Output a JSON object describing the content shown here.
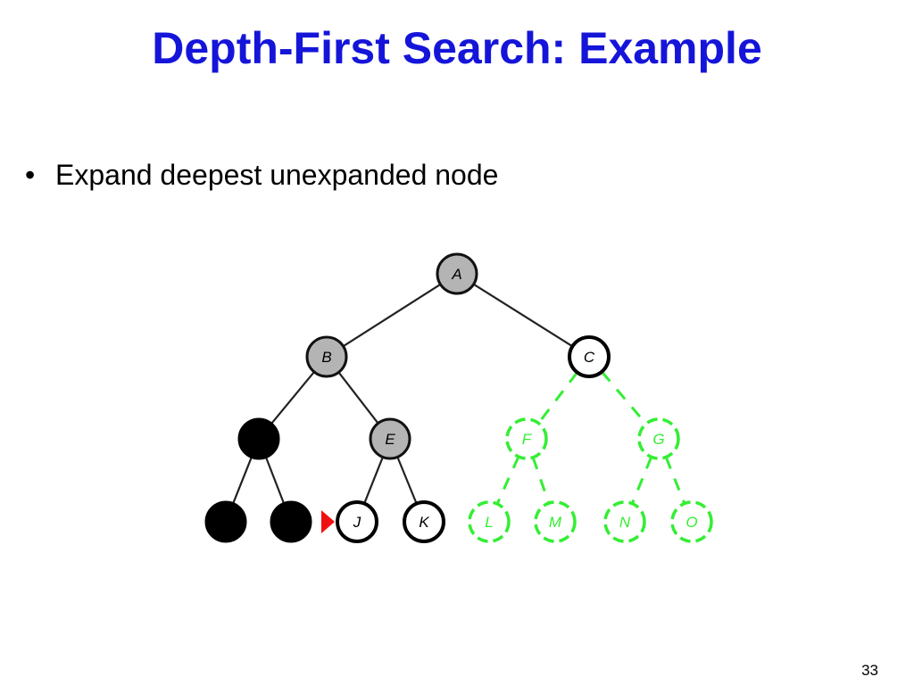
{
  "slide": {
    "title": "Depth-First Search: Example",
    "bullets": [
      "Expand deepest unexpanded node"
    ],
    "page_number": "33"
  },
  "tree": {
    "nodes": {
      "A": {
        "label": "A",
        "state": "expanded"
      },
      "B": {
        "label": "B",
        "state": "expanded"
      },
      "C": {
        "label": "C",
        "state": "frontier"
      },
      "D": {
        "label": "",
        "state": "removed"
      },
      "E": {
        "label": "E",
        "state": "expanded"
      },
      "F": {
        "label": "F",
        "state": "unexplored"
      },
      "G": {
        "label": "G",
        "state": "unexplored"
      },
      "H": {
        "label": "",
        "state": "removed"
      },
      "I": {
        "label": "",
        "state": "removed"
      },
      "J": {
        "label": "J",
        "state": "frontier"
      },
      "K": {
        "label": "K",
        "state": "frontier"
      },
      "L": {
        "label": "L",
        "state": "unexplored"
      },
      "M": {
        "label": "M",
        "state": "unexplored"
      },
      "N": {
        "label": "N",
        "state": "unexplored"
      },
      "O": {
        "label": "O",
        "state": "unexplored"
      }
    },
    "edges": [
      [
        "A",
        "B"
      ],
      [
        "A",
        "C"
      ],
      [
        "B",
        "D"
      ],
      [
        "B",
        "E"
      ],
      [
        "C",
        "F"
      ],
      [
        "C",
        "G"
      ],
      [
        "D",
        "H"
      ],
      [
        "D",
        "I"
      ],
      [
        "E",
        "J"
      ],
      [
        "E",
        "K"
      ],
      [
        "F",
        "L"
      ],
      [
        "F",
        "M"
      ],
      [
        "G",
        "N"
      ],
      [
        "G",
        "O"
      ]
    ],
    "current_pointer": "J",
    "colors": {
      "expanded_fill": "#b4b4b4",
      "frontier_fill": "#ffffff",
      "removed_fill": "#000000",
      "unexplored_stroke": "#33ee33",
      "edge": "#222222",
      "pointer": "#ee1111"
    }
  }
}
